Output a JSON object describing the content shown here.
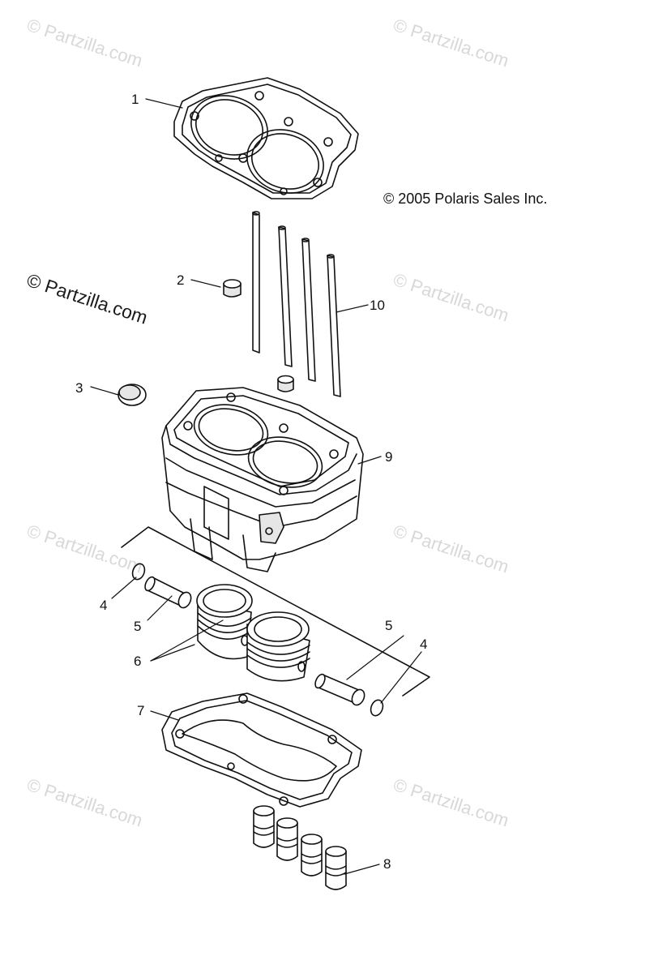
{
  "copyright": "© 2005 Polaris Sales Inc.",
  "watermark": "© Partzilla.com",
  "callouts": {
    "c1": "1",
    "c2": "2",
    "c3": "3",
    "c4a": "4",
    "c4b": "4",
    "c5a": "5",
    "c5b": "5",
    "c6": "6",
    "c7": "7",
    "c8": "8",
    "c9": "9",
    "c10": "10"
  },
  "colors": {
    "line": "#111111",
    "watermark": "#d8d8d8",
    "part_fill": "#ffffff",
    "part_shade": "#e6e6e6"
  }
}
